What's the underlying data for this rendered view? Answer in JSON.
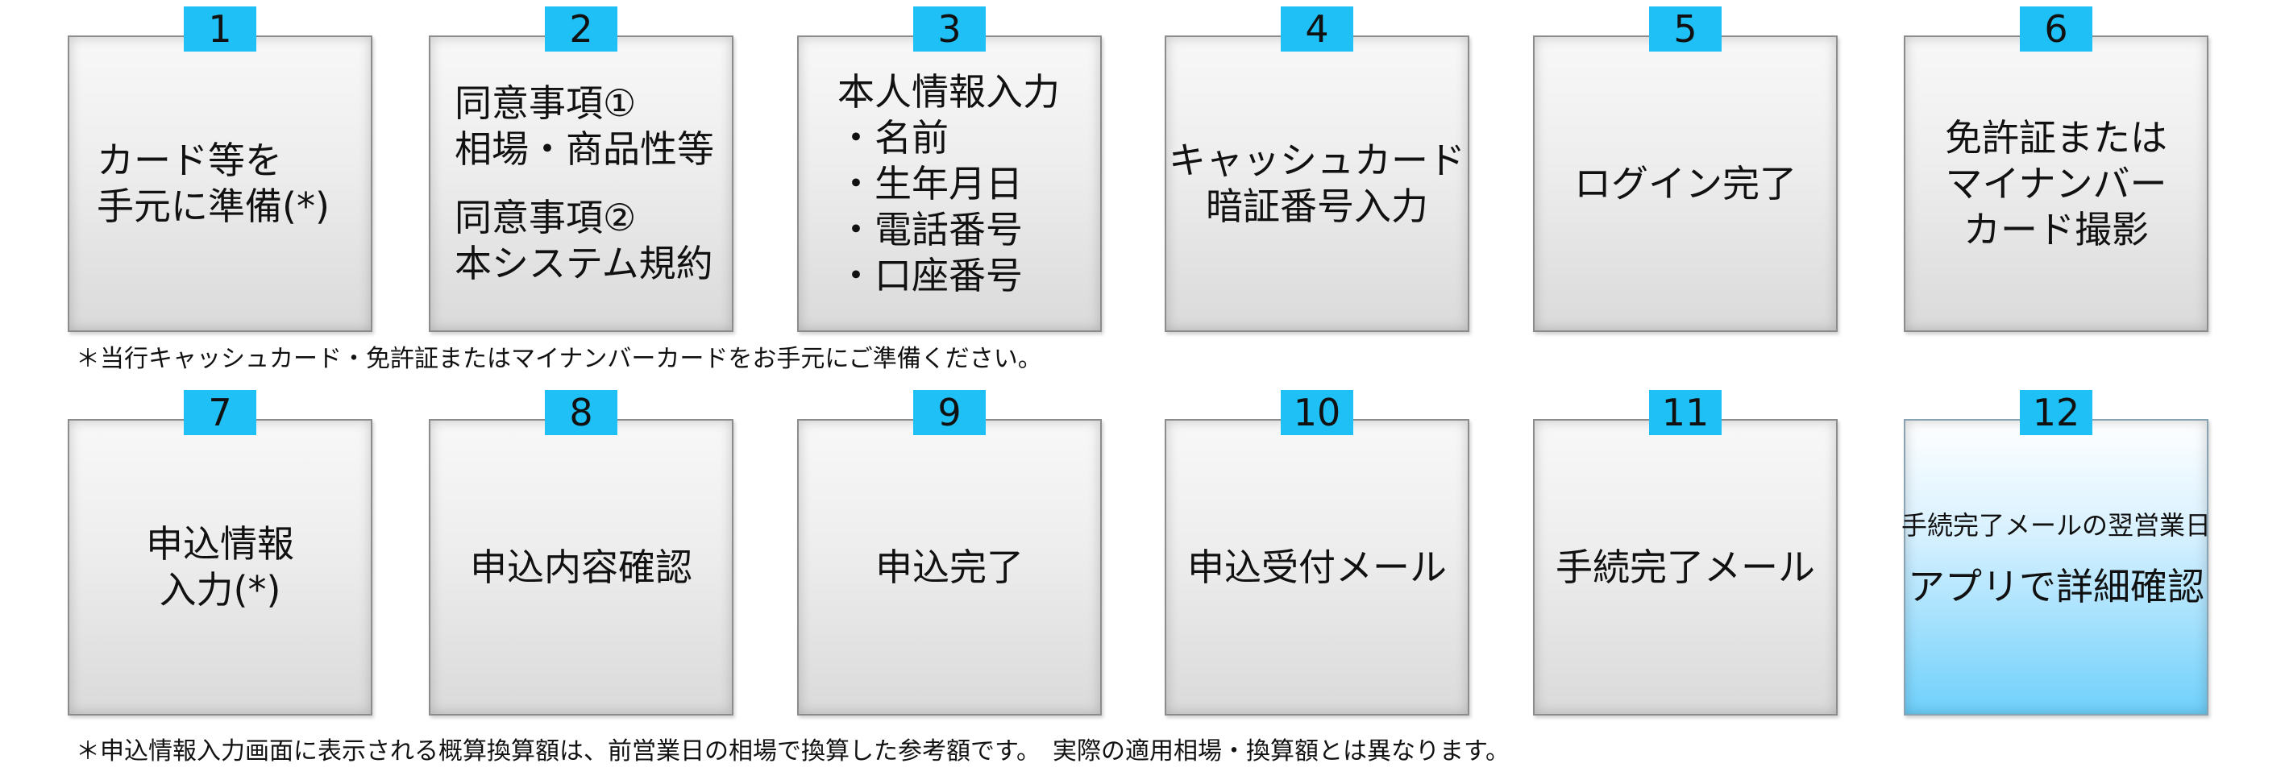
{
  "steps": [
    {
      "number": "1",
      "lines": [
        "カード等を",
        "手元に準備(*)"
      ]
    },
    {
      "number": "2",
      "lines": [
        "同意事項①",
        "相場・商品性等",
        "同意事項②",
        "本システム規約"
      ]
    },
    {
      "number": "3",
      "lines": [
        "本人情報入力",
        "・名前",
        "・生年月日",
        "・電話番号",
        "・口座番号"
      ]
    },
    {
      "number": "4",
      "lines": [
        "キャッシュカード",
        "暗証番号入力"
      ]
    },
    {
      "number": "5",
      "lines": [
        "ログイン完了"
      ]
    },
    {
      "number": "6",
      "lines": [
        "免許証または",
        "マイナンバー",
        "カード撮影"
      ]
    },
    {
      "number": "7",
      "lines": [
        "申込情報",
        "入力(*)"
      ]
    },
    {
      "number": "8",
      "lines": [
        "申込内容確認"
      ]
    },
    {
      "number": "9",
      "lines": [
        "申込完了"
      ]
    },
    {
      "number": "10",
      "lines": [
        "申込受付メール"
      ]
    },
    {
      "number": "11",
      "lines": [
        "手続完了メール"
      ]
    },
    {
      "number": "12",
      "lines": [
        "手続完了メールの翌営業日",
        "アプリで詳細確認"
      ]
    }
  ],
  "notes": {
    "card_prep": "＊当行キャッシュカード・免許証またはマイナンバーカードをお手元にご準備ください。",
    "conversion": "＊申込情報入力画面に表示される概算換算額は、前営業日の相場で換算した参考額です。　実際の適用相場・換算額とは異なります。"
  },
  "colors": {
    "badge": "#1ec0f5",
    "box_border": "#8c8c8c",
    "highlight_bottom": "#6fd0fb"
  }
}
